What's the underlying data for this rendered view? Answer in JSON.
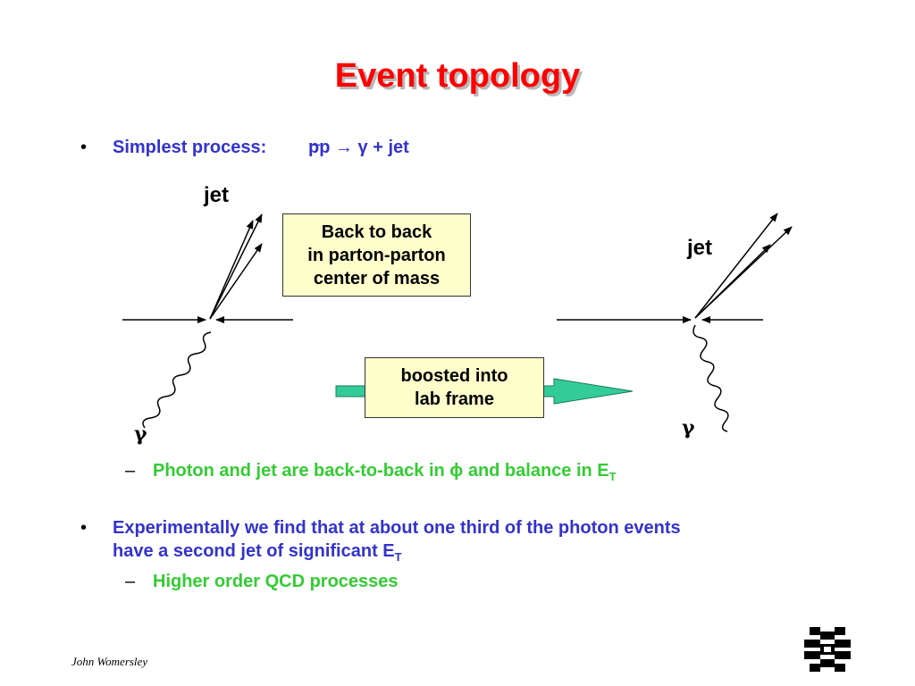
{
  "title": "Event topology",
  "bullets": {
    "b1_label": "Simplest process:",
    "b1_formula": "pp → γ + jet",
    "b1_overbar": "_",
    "b2_line1": "Experimentally we find that at about one third of the photon events",
    "b2_line2_main": "have a second jet of significant E",
    "b2_line2_sub": "T",
    "bullet_char": "•"
  },
  "subs": {
    "s1_main": "Photon and jet are back-to-back in ϕ and balance in E",
    "s1_sub": "T",
    "s2": "Higher order QCD processes",
    "dash_char": "–"
  },
  "diagram": {
    "left_jet_label": "jet",
    "right_jet_label": "jet",
    "left_gamma_label": "γ",
    "right_gamma_label": "γ",
    "box1_line1": "Back to back",
    "box1_line2": "in parton-parton",
    "box1_line3": "center of mass",
    "box2_line1": "boosted into",
    "box2_line2": "lab frame",
    "arrow_color": "#33cc99"
  },
  "footer": {
    "author": "John Womersley",
    "logo_icon": "fermilab-logo-icon"
  },
  "colors": {
    "title": "#ff0000",
    "bullet_text": "#3333cc",
    "sub_text": "#33cc33",
    "box_fill": "#ffffcc"
  }
}
